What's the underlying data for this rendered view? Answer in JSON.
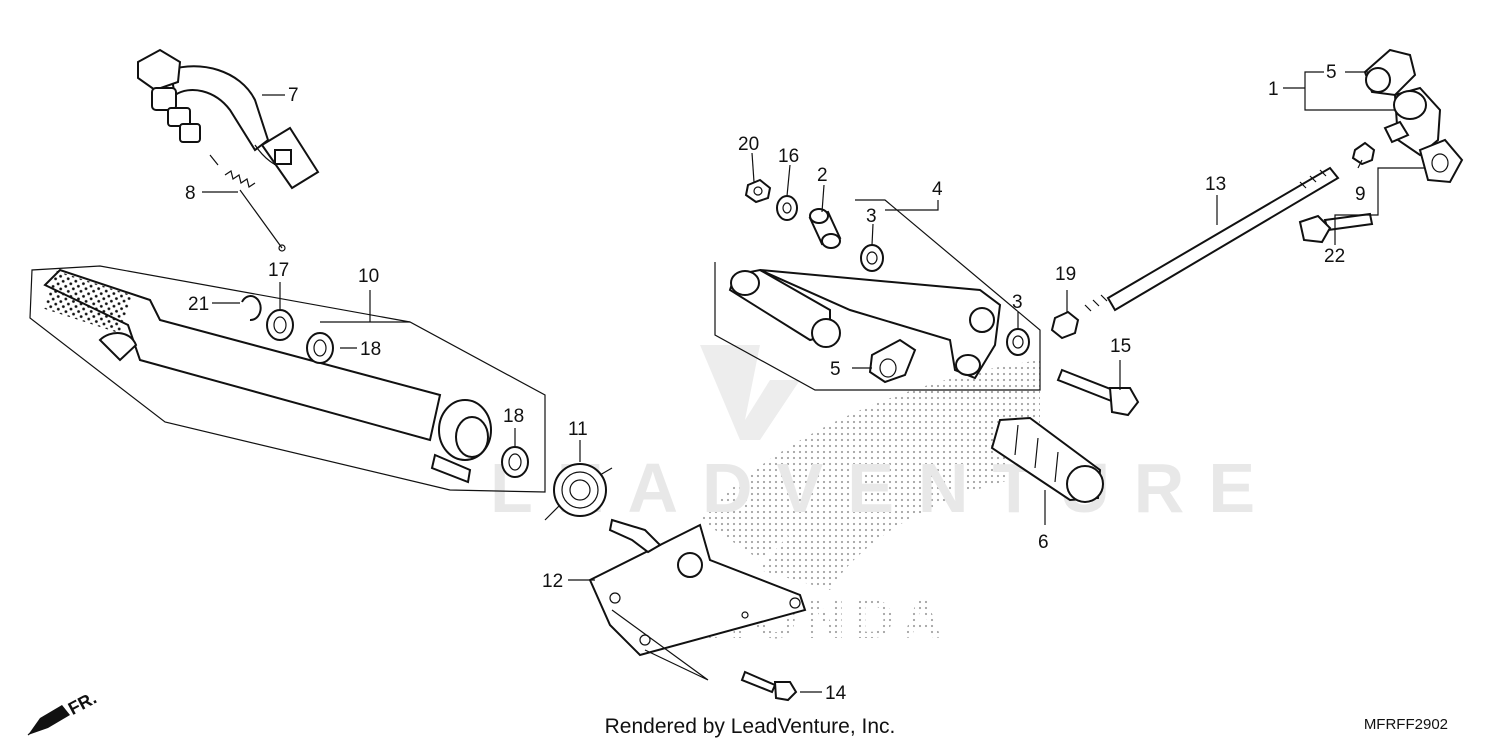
{
  "footer_text": "Rendered by LeadVenture, Inc.",
  "diagram_code": "MFRFF2902",
  "direction_label": "FR.",
  "watermark_text": "LEADVENTURE",
  "brand_text": "HONDA",
  "callouts": {
    "c1": "1",
    "c2": "2",
    "c3a": "3",
    "c3b": "3",
    "c4": "4",
    "c5a": "5",
    "c5b": "5",
    "c6": "6",
    "c7": "7",
    "c8": "8",
    "c9": "9",
    "c10": "10",
    "c11": "11",
    "c12": "12",
    "c13": "13",
    "c14": "14",
    "c15": "15",
    "c16": "16",
    "c17": "17",
    "c18a": "18",
    "c18b": "18",
    "c19": "19",
    "c20": "20",
    "c21": "21",
    "c22": "22"
  }
}
